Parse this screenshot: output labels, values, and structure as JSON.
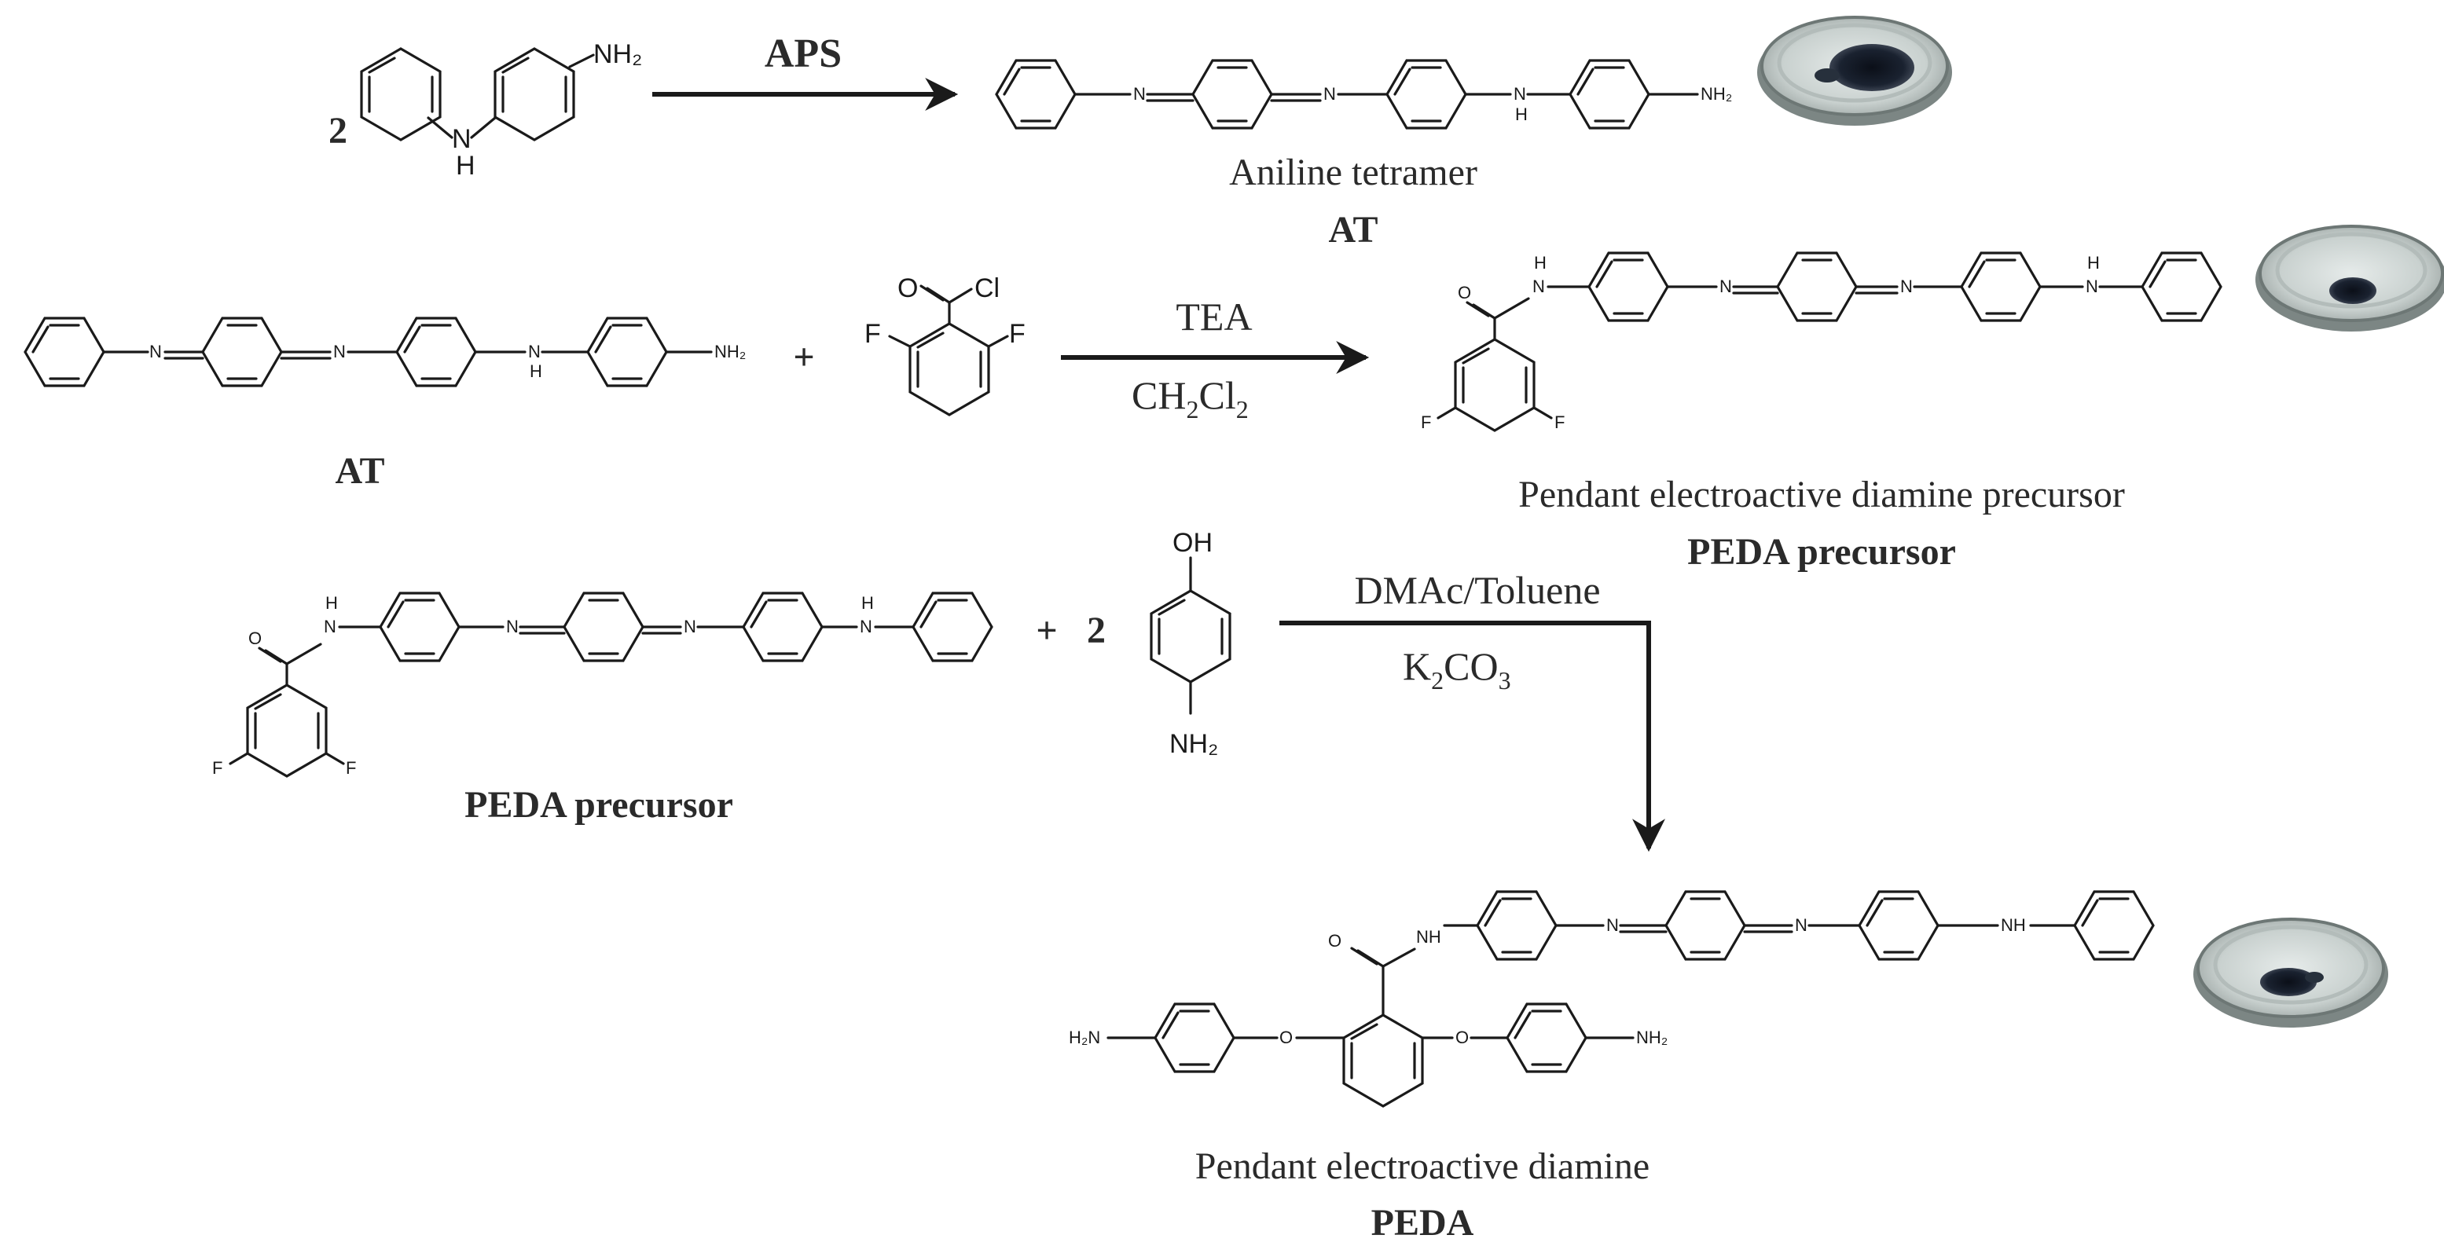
{
  "scheme": {
    "step1": {
      "coefficient": "2",
      "reagent": "APS",
      "product_name": "Aniline tetramer",
      "product_abbrev": "AT"
    },
    "step2": {
      "reactant_label": "AT",
      "plus": "+",
      "reagent_line1": "TEA",
      "reagent_line2_main": "CH",
      "reagent_line2_sub1": "2",
      "reagent_line2_mid": "Cl",
      "reagent_line2_sub2": "2",
      "product_name": "Pendant electroactive diamine precursor",
      "product_abbrev": "PEDA precursor"
    },
    "step3": {
      "reactant_label": "PEDA precursor",
      "plus": "+",
      "coefficient": "2",
      "reagent_line1": "DMAc/Toluene",
      "reagent_line2_main": "K",
      "reagent_line2_sub1": "2",
      "reagent_line2_mid": "CO",
      "reagent_line2_sub2": "3",
      "product_name": "Pendant electroactive diamine",
      "product_abbrev": "PEDA"
    },
    "atoms": {
      "nh2": "NH₂",
      "h2n": "H₂N",
      "nh": "NH",
      "n": "N",
      "h": "H",
      "o": "O",
      "oh": "OH",
      "f": "F",
      "cl": "Cl"
    }
  }
}
